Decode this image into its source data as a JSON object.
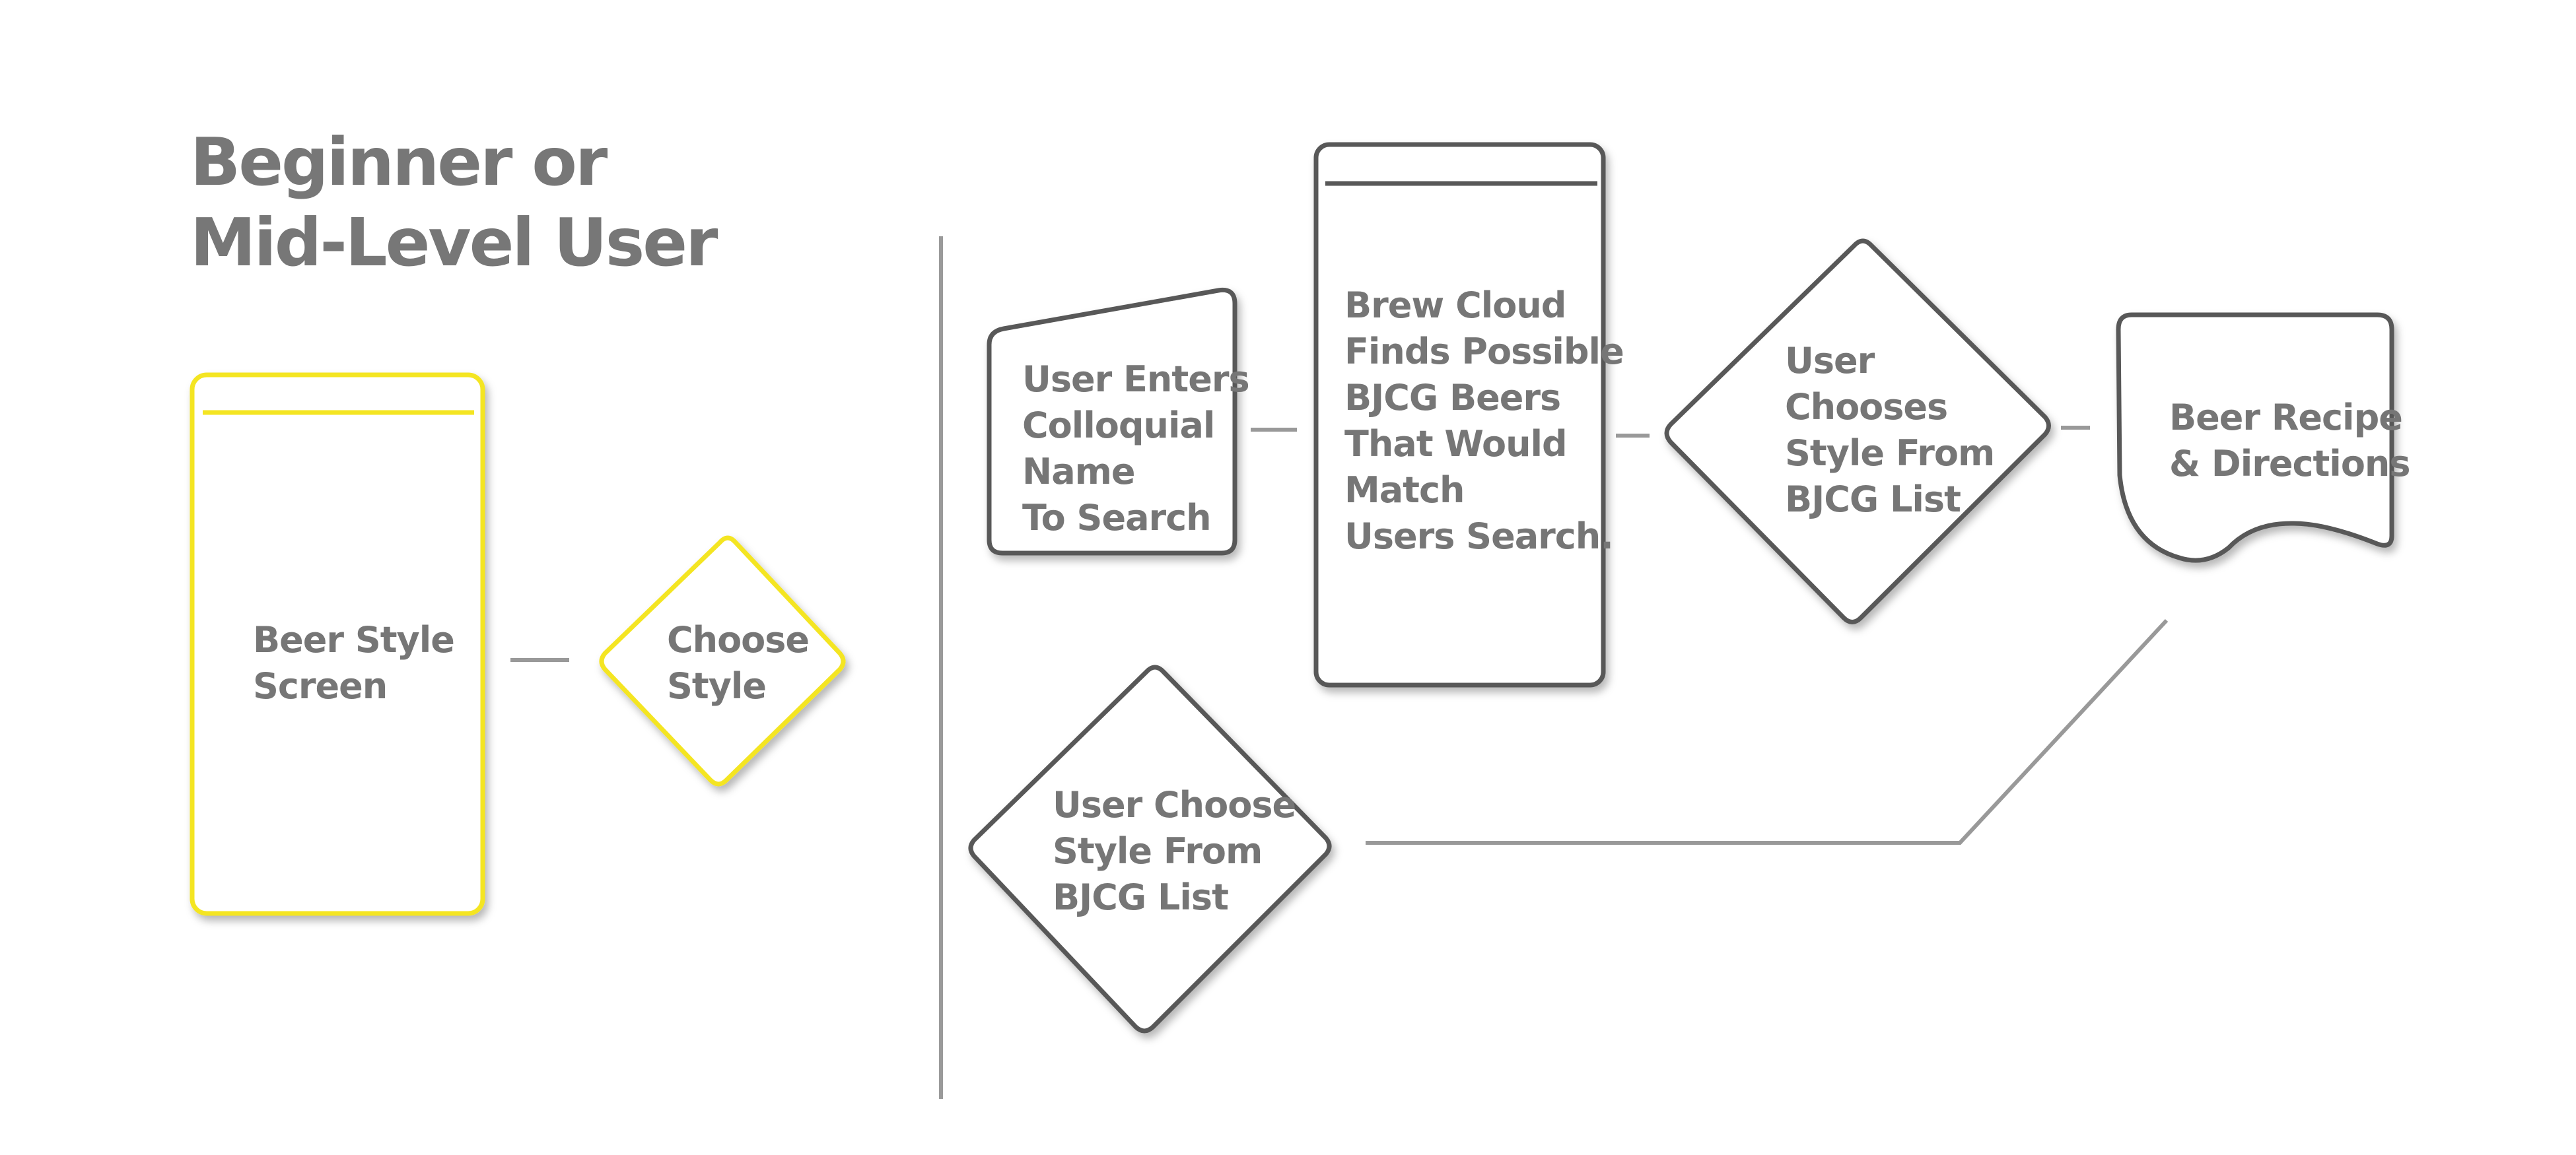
{
  "title": {
    "lines": [
      "Beginner or",
      "Mid-Level User"
    ]
  },
  "colors": {
    "highlight": "#f4e522",
    "shape_stroke": "#585858",
    "connector": "#999999",
    "text": "#767676"
  },
  "left_flow": {
    "screen": {
      "type": "screen",
      "lines": [
        "Beer Style",
        "Screen"
      ]
    },
    "decision": {
      "type": "decision",
      "lines": [
        "Choose",
        "Style"
      ]
    }
  },
  "right_flow": {
    "input": {
      "type": "manual-input",
      "lines": [
        "User Enters",
        "Colloquial",
        "Name",
        "To Search"
      ]
    },
    "process": {
      "type": "screen",
      "lines": [
        "Brew Cloud",
        "Finds Possible",
        "BJCG Beers",
        "That Would",
        "Match",
        "Users Search."
      ]
    },
    "decision": {
      "type": "decision",
      "lines": [
        "User",
        "Chooses",
        "Style From",
        "BJCG List"
      ]
    },
    "output": {
      "type": "document",
      "lines": [
        "Beer Recipe",
        "& Directions"
      ]
    },
    "alt_decision": {
      "type": "decision",
      "lines": [
        "User Choose",
        "Style From",
        "BJCG List"
      ]
    }
  }
}
